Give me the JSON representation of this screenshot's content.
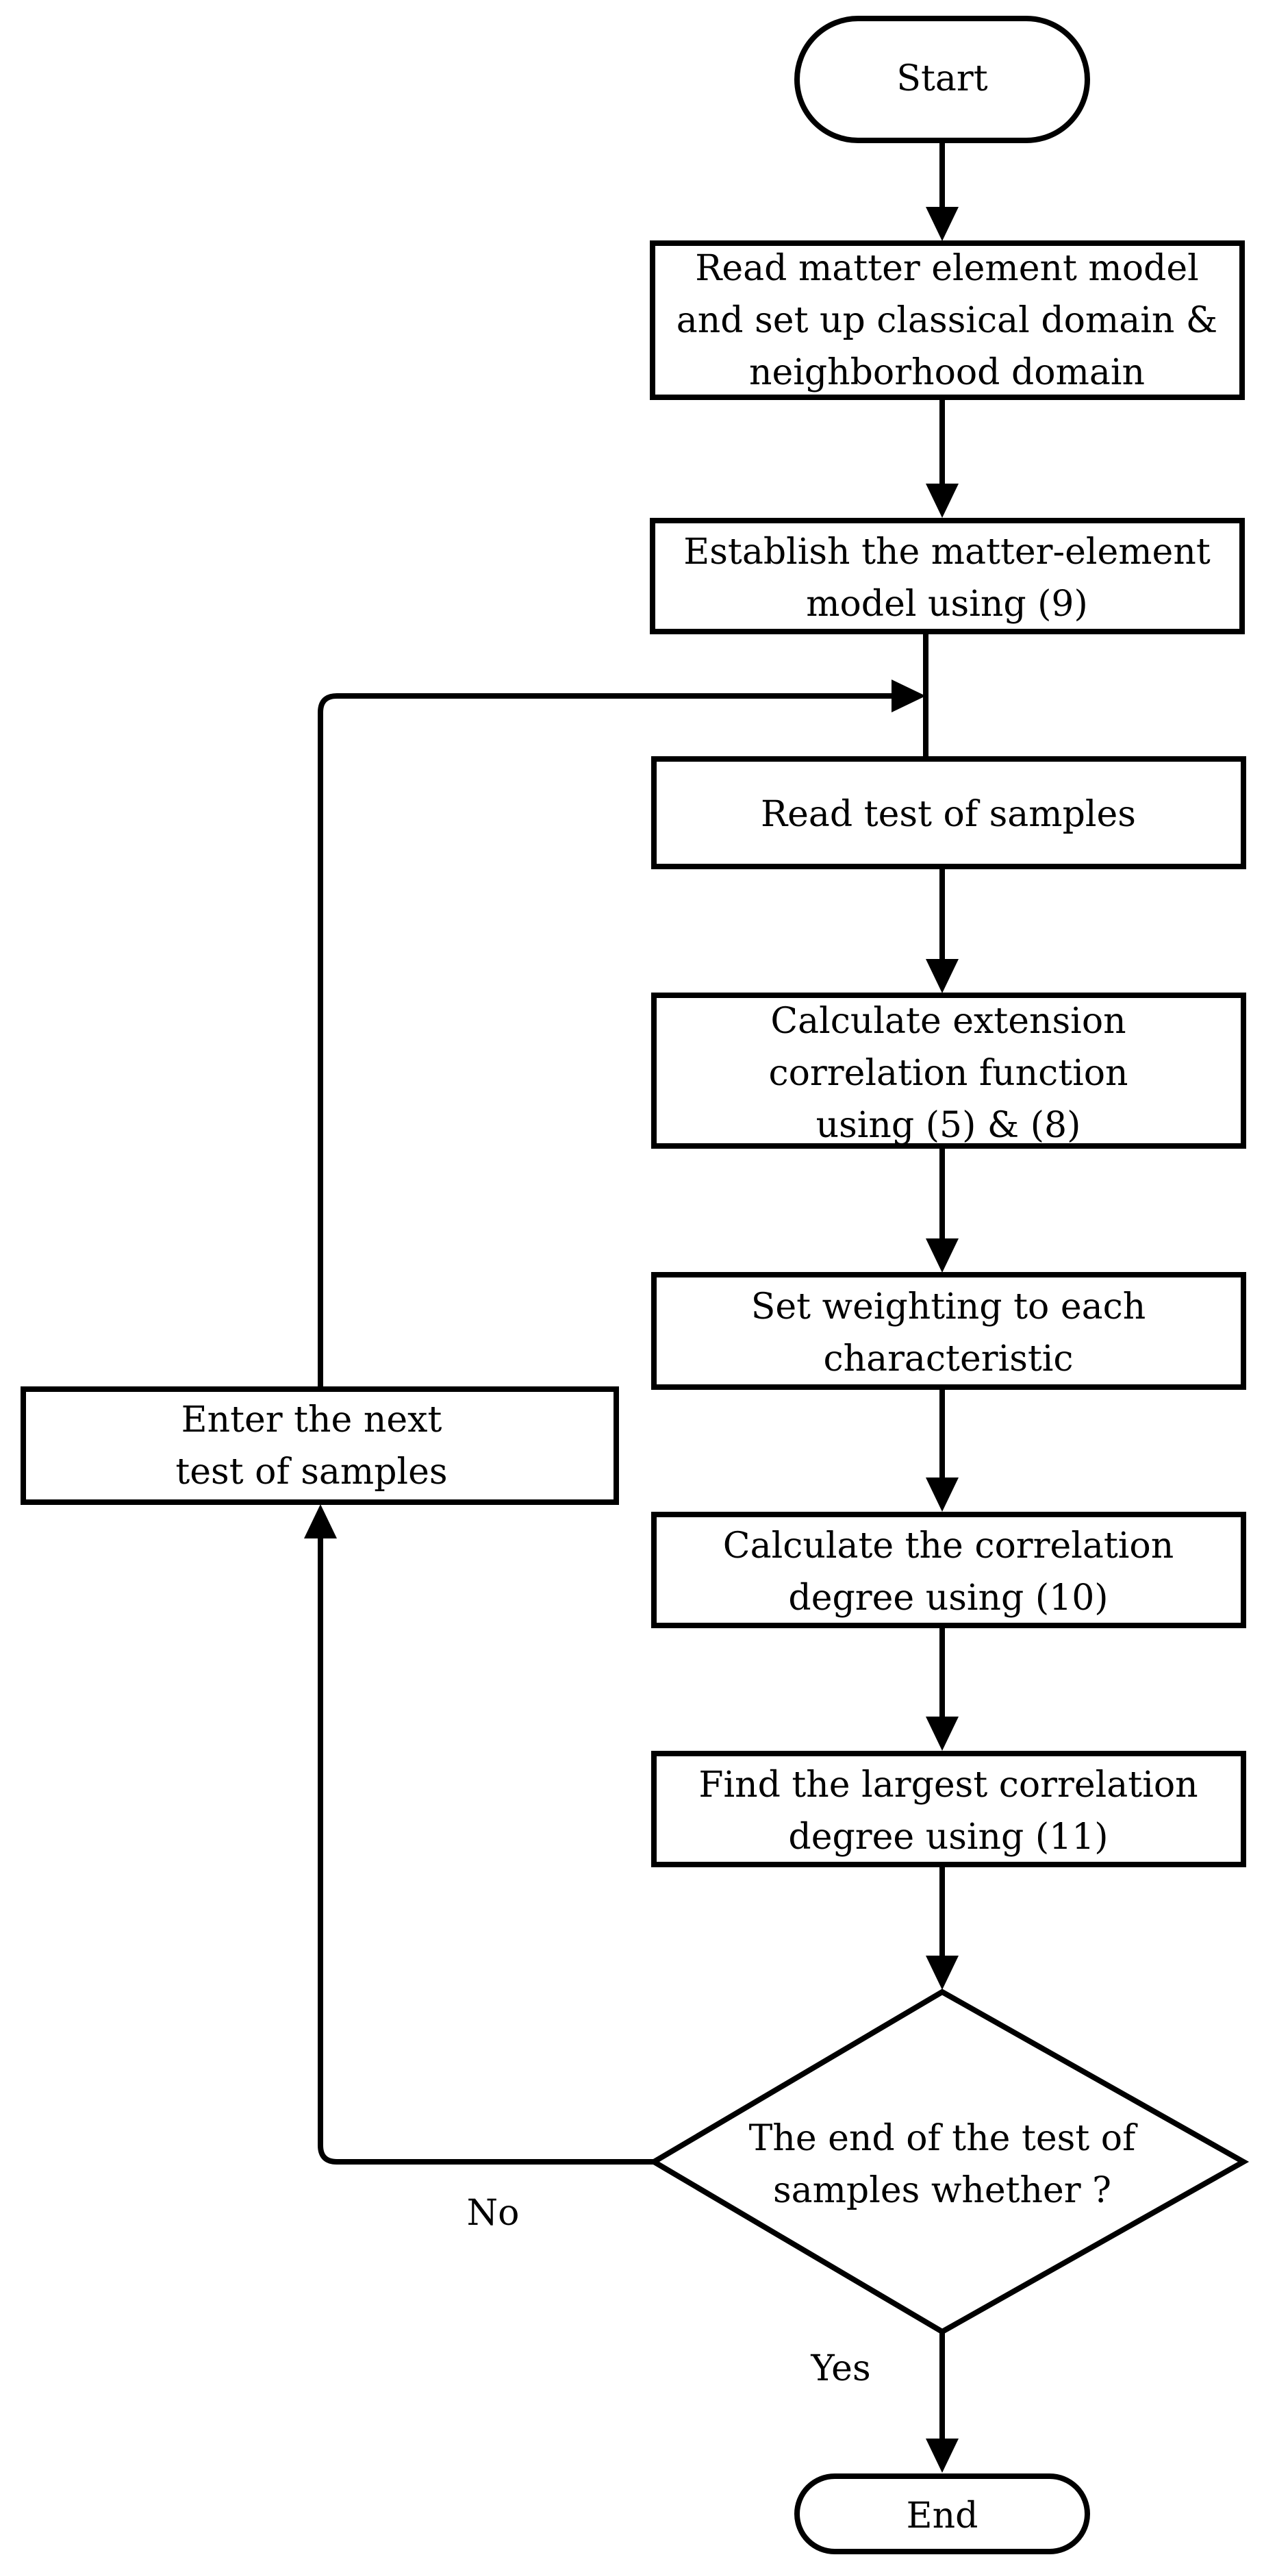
{
  "flowchart": {
    "nodes": {
      "start": {
        "type": "terminal",
        "label": "Start"
      },
      "read_model": {
        "type": "process",
        "lines": [
          "Read matter element model",
          "and set up classical domain &",
          "neighborhood domain"
        ]
      },
      "establish": {
        "type": "process",
        "lines": [
          "Establish the matter-element",
          "model using (9)"
        ]
      },
      "read_test": {
        "type": "process",
        "lines": [
          "Read test of samples"
        ]
      },
      "calc_ext": {
        "type": "process",
        "lines": [
          "Calculate extension",
          "correlation function",
          "using (5) & (8)"
        ]
      },
      "set_weight": {
        "type": "process",
        "lines": [
          "Set weighting to each",
          "characteristic"
        ]
      },
      "calc_degree": {
        "type": "process",
        "lines": [
          "Calculate the correlation",
          "degree using (10)"
        ]
      },
      "find_largest": {
        "type": "process",
        "lines": [
          "Find the largest correlation",
          "degree using (11)"
        ]
      },
      "decision": {
        "type": "decision",
        "lines": [
          "The end of the test of",
          "samples whether ?"
        ]
      },
      "end": {
        "type": "terminal",
        "label": "End"
      },
      "next_sample": {
        "type": "process",
        "lines": [
          "Enter the next",
          "test of samples"
        ]
      }
    },
    "edge_labels": {
      "no": "No",
      "yes": "Yes"
    },
    "colors": {
      "stroke": "#000000",
      "fill": "#ffffff",
      "text": "#000000"
    }
  }
}
